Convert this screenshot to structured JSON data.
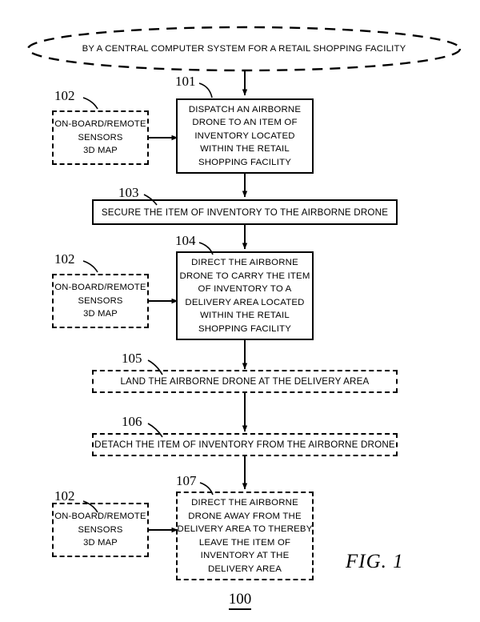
{
  "figure": {
    "caption": "FIG. 1",
    "diagram_number": "100"
  },
  "header_ellipse": {
    "ref": "",
    "text": "BY A CENTRAL COMPUTER SYSTEM FOR A RETAIL SHOPPING FACILITY",
    "style": "dashed-ellipse"
  },
  "nodes": [
    {
      "id": "101",
      "ref": "101",
      "style": "solid",
      "shape": "rect",
      "lines": [
        "DISPATCH AN AIRBORNE",
        "DRONE TO AN ITEM OF",
        "INVENTORY LOCATED",
        "WITHIN THE RETAIL",
        "SHOPPING FACILITY"
      ]
    },
    {
      "id": "103",
      "ref": "103",
      "style": "solid",
      "shape": "rect",
      "lines": [
        "SECURE THE ITEM OF INVENTORY TO THE AIRBORNE DRONE"
      ]
    },
    {
      "id": "104",
      "ref": "104",
      "style": "solid",
      "shape": "rect",
      "lines": [
        "DIRECT THE AIRBORNE",
        "DRONE TO CARRY THE ITEM",
        "OF INVENTORY TO A",
        "DELIVERY AREA LOCATED",
        "WITHIN THE RETAIL",
        "SHOPPING FACILITY"
      ]
    },
    {
      "id": "105",
      "ref": "105",
      "style": "dashed",
      "shape": "rect",
      "lines": [
        "LAND THE AIRBORNE DRONE AT THE DELIVERY AREA"
      ]
    },
    {
      "id": "106",
      "ref": "106",
      "style": "dashed",
      "shape": "rect",
      "lines": [
        "DETACH THE ITEM OF INVENTORY FROM THE AIRBORNE DRONE"
      ]
    },
    {
      "id": "107",
      "ref": "107",
      "style": "dashed",
      "shape": "rect",
      "lines": [
        "DIRECT THE AIRBORNE",
        "DRONE AWAY FROM THE",
        "DELIVERY AREA TO THEREBY",
        "LEAVE THE ITEM OF",
        "INVENTORY AT THE",
        "DELIVERY AREA"
      ]
    }
  ],
  "sensor_boxes": [
    {
      "id": "sensor-1",
      "ref": "102",
      "style": "dashed",
      "lines": [
        "ON-BOARD/REMOTE",
        "SENSORS",
        "3D MAP"
      ]
    },
    {
      "id": "sensor-2",
      "ref": "102",
      "style": "dashed",
      "lines": [
        "ON-BOARD/REMOTE",
        "SENSORS",
        "3D MAP"
      ]
    },
    {
      "id": "sensor-3",
      "ref": "102",
      "style": "dashed",
      "lines": [
        "ON-BOARD/REMOTE",
        "SENSORS",
        "3D MAP"
      ]
    }
  ],
  "colors": {
    "ink": "#000000",
    "paper": "#ffffff"
  }
}
